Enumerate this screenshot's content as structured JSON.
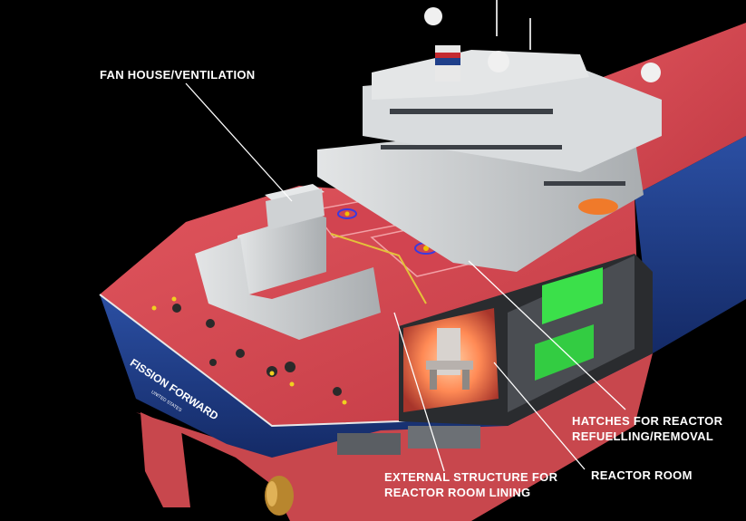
{
  "labels": {
    "fan_house": "FAN HOUSE/VENTILATION",
    "hatches_line1": "HATCHES FOR REACTOR",
    "hatches_line2": "REFUELLING/REMOVAL",
    "reactor_room": "REACTOR ROOM",
    "external_line1": "EXTERNAL STRUCTURE FOR",
    "external_line2": "REACTOR ROOM LINING"
  },
  "ship": {
    "name": "FISSION FORWARD",
    "flag": "UNITED STATES"
  },
  "colors": {
    "background": "#000000",
    "deck": "#d9464f",
    "hull": "#1f3f8a",
    "hull_lower": "#c8474d",
    "superstructure": "#c9ccce",
    "reactor_glow": "#ff8a55",
    "green_compartment": "#3be04a",
    "label_text": "#ffffff"
  }
}
